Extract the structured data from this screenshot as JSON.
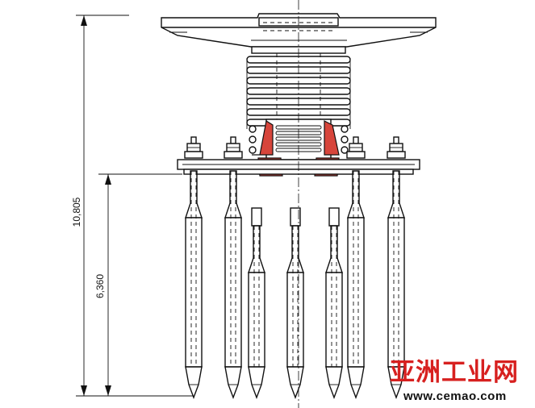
{
  "dimensions": {
    "overall_height": "10,805",
    "pin_length": "6,360"
  },
  "watermark": {
    "brand": "亚洲工业网",
    "url": "www.cemao.com"
  },
  "colors": {
    "line": "#111111",
    "section_fill": "#d7453b",
    "watermark": "#d7201f"
  }
}
